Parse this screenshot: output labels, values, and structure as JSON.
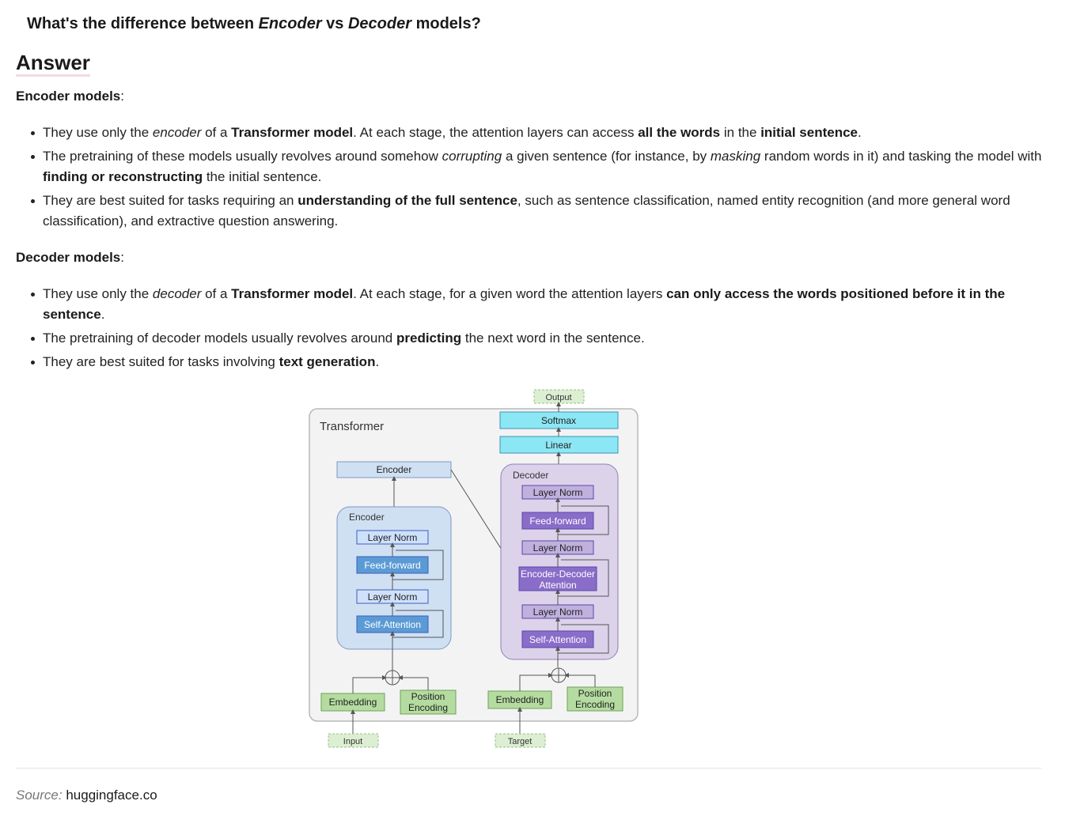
{
  "question": {
    "pre": "What's the difference between ",
    "enc": "Encoder",
    "vs": " vs ",
    "dec": "Decoder",
    "post": " models?"
  },
  "answer_heading": "Answer",
  "encoder_section": {
    "title": "Encoder models",
    "colon": ":",
    "items": [
      [
        "They use only the ",
        "encoder",
        " of a ",
        "Transformer model",
        ". At each stage, the attention layers can access ",
        "all the words",
        " in the ",
        "initial sentence",
        "."
      ],
      [
        "The pretraining of these models usually revolves around somehow ",
        "corrupting",
        " a given sentence (for instance, by ",
        "masking",
        " random words in it) and tasking the model with ",
        "finding or reconstructing",
        " the initial sentence."
      ],
      [
        "They are best suited for tasks requiring an ",
        "understanding of the full sentence",
        ", such as sentence classification, named entity recognition (and more general word classification), and extractive question answering."
      ]
    ]
  },
  "decoder_section": {
    "title": "Decoder models",
    "colon": ":",
    "items": [
      [
        "They use only the ",
        "decoder",
        " of a ",
        "Transformer model",
        ". At each stage, for a given word the attention layers ",
        "can only access the words positioned before it in the sentence",
        "."
      ],
      [
        "The pretraining of decoder models usually revolves around ",
        "predicting",
        " the next word in the sentence."
      ],
      [
        "They are best suited for tasks involving ",
        "text generation",
        "."
      ]
    ]
  },
  "diagram": {
    "title": "Transformer",
    "output": "Output",
    "softmax": "Softmax",
    "linear": "Linear",
    "encoder_out": "Encoder",
    "encoder_block": "Encoder",
    "decoder_block": "Decoder",
    "layer_norm": "Layer Norm",
    "feed_forward": "Feed-forward",
    "self_attention": "Self-Attention",
    "enc_dec_attn_1": "Encoder-Decoder",
    "enc_dec_attn_2": "Attention",
    "embedding": "Embedding",
    "pos_enc_1": "Position",
    "pos_enc_2": "Encoding",
    "input": "Input",
    "target": "Target",
    "colors": {
      "outer_bg": "#f3f3f3",
      "outer_border": "#b9b9b9",
      "encoder_bg": "#cfe0f3",
      "encoder_border": "#7e98c4",
      "encoder_layer": "#cfe0fb",
      "encoder_active": "#5b9bd5",
      "encoder_stroke": "#3b5eb8",
      "decoder_bg": "#dcd2ea",
      "decoder_border": "#8e82b5",
      "decoder_layer": "#bfb0dd",
      "decoder_active": "#8a6cc9",
      "decoder_stroke": "#5a48a8",
      "head_bg": "#8ce7f4",
      "head_border": "#4090b8",
      "embed_bg": "#b5dca0",
      "embed_border": "#6f9f5a",
      "io_bg": "#dcefd2",
      "io_border": "#98c088"
    }
  },
  "source": {
    "label": "Source:",
    "value": "huggingface.co"
  }
}
